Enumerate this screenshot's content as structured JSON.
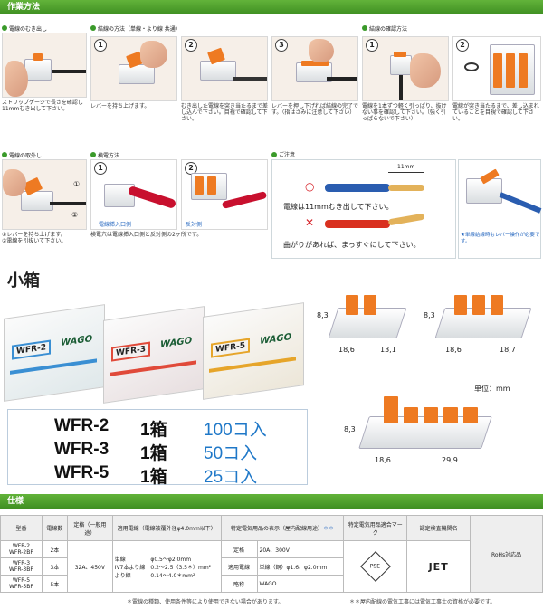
{
  "sections": {
    "procedure": "作業方法",
    "spec": "仕様"
  },
  "steps": {
    "strip": {
      "title": "電線のむき出し",
      "caption": "ストリップゲージで長さを確認し11mmむき出して下さい。"
    },
    "connect": {
      "title": "結線の方法（単線・より線 共通）"
    },
    "connect1": {
      "num": "1",
      "caption": "レバーを持ち上げます。"
    },
    "connect2": {
      "num": "2",
      "caption": "むき出した電線を突き当たるまで差し込んで下さい。目視で確認して下さい。"
    },
    "connect3": {
      "num": "3",
      "caption": "レバーを押し下げれば結線の完了です。（指はさみに注意して下さい）"
    },
    "check": {
      "title": "結線の確認方法"
    },
    "check1": {
      "num": "1",
      "caption": "電線を1本ずつ軽く引っぱり、抜けない事を確認して下さい。（強く引っぱらないで下さい）"
    },
    "check2": {
      "num": "2",
      "caption": "電線が突き当たるまで、差し込まれていることを目視で確認して下さい。"
    },
    "remove": {
      "title": "電線の取外し",
      "caption1": "①レバーを持ち上げます。",
      "caption2": "②電線を引抜いて下さい。",
      "mark1": "①",
      "mark2": "②"
    },
    "test": {
      "title": "検電方法",
      "label1": "電線挿入口側",
      "label2": "反対側",
      "caption": "検電穴は電線挿入口側と反対側の2ヶ所です。",
      "num1": "1",
      "num2": "2"
    }
  },
  "caution": {
    "title": "ご注意",
    "dimension": "11mm",
    "ok_symbol": "○",
    "ng_symbol": "✕",
    "ok_text": "電線は11mmむき出して下さい。",
    "ng_text": "曲がりがあれば、まっすぐにして下さい。",
    "note": "★単線結線時もレバー操作が必要です。"
  },
  "boxes": {
    "heading": "小箱",
    "box_labels": [
      "WFR-2",
      "WFR-3",
      "WFR-5"
    ],
    "brand": "WAGO"
  },
  "dimensions": {
    "unit": "単位：mm",
    "wfr2": {
      "h": "8,3",
      "w": "18,6",
      "d": "13,1"
    },
    "wfr3": {
      "h": "8,3",
      "w": "18,6",
      "d": "18,7"
    },
    "wfr5": {
      "h": "8,3",
      "w": "18,6",
      "d": "29,9"
    }
  },
  "orders": [
    {
      "model": "WFR-2",
      "count": "1箱",
      "qty": "100コ入"
    },
    {
      "model": "WFR-3",
      "count": "1箱",
      "qty": "50コ入"
    },
    {
      "model": "WFR-5",
      "count": "1箱",
      "qty": "25コ入"
    }
  ],
  "spec": {
    "headers": {
      "model": "型番",
      "poles": "電線数",
      "rating": "定格（一般用途）",
      "wires": "適用電線（電線被覆外径φ4.0mm以下）",
      "product": "特定電気用品の表示（屋内配線用途）",
      "product_mark": "＊＊",
      "pse": "特定電気用品適合マーク",
      "cert": "認定検査機関名",
      "rohs": "RoHs対応品"
    },
    "rows": [
      {
        "model": "WFR-2\nWFR-2BP",
        "poles": "2本"
      },
      {
        "model": "WFR-3\nWFR-3BP",
        "poles": "3本"
      },
      {
        "model": "WFR-5\nWFR-5BP",
        "poles": "5本"
      }
    ],
    "rating": "32A、450V",
    "wire_types": "単線\nIV7本より線\nより線",
    "wire_sizes": "φ0.5〜φ2.0mm\n0.2〜2.5（3.5＊）mm²\n0.14〜4.0＊mm²",
    "p_rating_label": "定格",
    "p_rating": "20A、300V",
    "p_wire_label": "適用電線",
    "p_wire": "単線（銅）φ1.6、φ2.0mm",
    "p_abbr_label": "略称",
    "p_abbr": "WAGO",
    "pse_mark": "PSE",
    "cert_name": "JET",
    "note1": "＊電線の種類、使用条件等により使用できない場合があります。",
    "note2": "＊＊屋内配線の電気工事には電気工事士の資格が必要です。"
  }
}
